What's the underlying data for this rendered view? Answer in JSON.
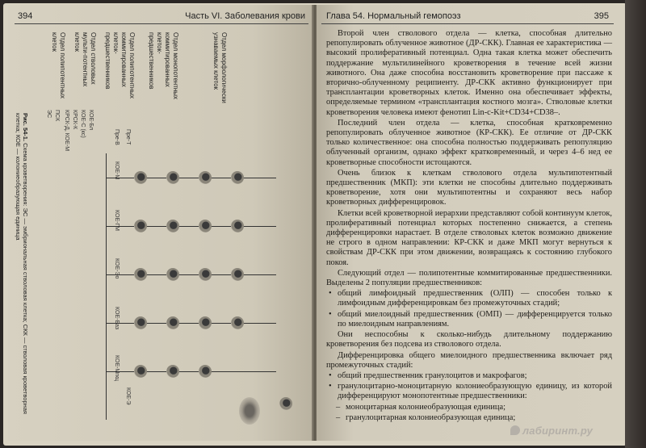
{
  "left_page": {
    "page_number": "394",
    "running_title": "Часть VI. Заболевания крови",
    "figure": {
      "levels": [
        "Отдел полипотентных клеток",
        "Отдел стволовых мульти-потентных клеток",
        "Отдел полипотентных коммитированных клеток-предшественников",
        "Отдел монопотентных коммитированных клеток-предшественников",
        "Отдел морфологически узнаваемых клеток"
      ],
      "stem_labels": [
        "ЭС",
        "ПСК",
        "КРСК-Д, КОЕ-М",
        "КРСК-К",
        "КОЕ-С (кс)",
        "КОЕ-Бл"
      ],
      "line_labels": [
        "КОЕ-М",
        "КОЕ-ГМ",
        "КОЕ-Эо",
        "КОЕ-Баз",
        "КОЕ-Мгкц",
        "КОЕ-Э",
        "Пре-В",
        "Пре-Т"
      ],
      "caption_bold": "Рис. 54-1.",
      "caption": "Схема кроветворения: ЭС — эмбриональная стволовая клетка; СКК — стволовая кроветворная клетка; КОЕ — колониеобразующая единица"
    }
  },
  "right_page": {
    "running_title": "Глава 54. Нормальный гемопоэз",
    "page_number": "395",
    "paragraphs": [
      "Второй член стволового отдела — клетка, способная длительно репопулировать облученное животное (ДР-СКК). Главная ее характеристика — высокий пролиферативный потенциал. Одна такая клетка может обеспечить поддержание мультилинейного кроветворения в течение всей жизни животного. Она даже способна восстановить кроветворение при пассаже к вторично-облученному реципиенту. ДР-СКК активно функционирует при трансплантации кроветворных клеток. Именно она обеспечивает эффекты, определяемые термином «трансплантация костного мозга». Стволовые клетки кроветворения человека имеют фенотип Lin-c-Kit+CD34+CD38–.",
      "Последний член отдела — клетка, способная кратковременно репопулировать облученное животное (КР-СКК). Ее отличие от ДР-СКК только количественное: она способна полностью поддерживать репопуляцию облученный организм, однако эффект кратковременный, и через 4–6 нед ее кроветворные способности истощаются.",
      "Очень близок к клеткам стволового отдела мультипотентный предшественник (МКП): эти клетки не способны длительно поддерживать кроветворение, хотя они мультипотентны и сохраняют весь набор кроветворных дифференцировок.",
      "Клетки всей кроветворной иерархии представляют собой континуум клеток, пролиферативный потенциал которых постепенно снижается, а степень дифференцировки нарастает. В отделе стволовых клеток возможно движение не строго в одном направлении: КР-СКК и даже МКП могут вернуться к свойствам ДР-СКК при этом движении, возвращаясь к состоянию глубокого покоя.",
      "Следующий отдел — полипотентные коммитированные предшественники. Выделены 2 популяции предшественников:"
    ],
    "bullets_a": [
      "общий лимфоидный предшественник (ОЛП) — способен только к лимфоидным дифференцировкам без промежуточных стадий;",
      "общий миелоидный предшественник (ОМП) — дифференцируется только по миелоидным направлениям."
    ],
    "paragraphs_b": [
      "Они неспособны к сколько-нибудь длительному поддержанию кроветворения без подсева из стволового отдела.",
      "Дифференцировка общего миелоидного предшественника включает ряд промежуточных стадий:"
    ],
    "bullets_b": [
      "общий предшественник гранулоцитов и макрофагов;",
      "гранулоцитарно-моноцитарную колониеобразующую единицу, из которой дифференцируют монопотентные предшественники:"
    ],
    "dashes": [
      "моноцитарная колониеобразующая единица;",
      "гранулоцитарная колониеобразующая единица;"
    ]
  },
  "watermark": "лабиринт.ру"
}
